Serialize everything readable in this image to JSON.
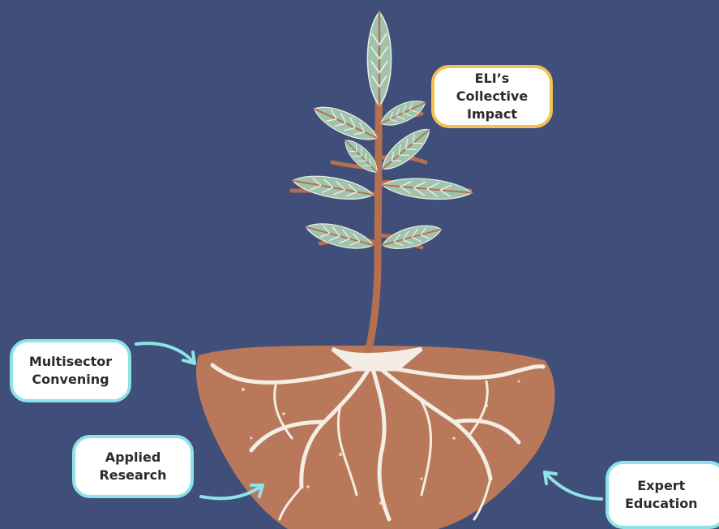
{
  "labels": {
    "impact": {
      "lines": [
        "ELI’s",
        "Collective",
        "Impact"
      ]
    },
    "convening": {
      "lines": [
        "Multisector",
        "Convening"
      ]
    },
    "research": {
      "lines": [
        "Applied",
        "Research"
      ]
    },
    "education": {
      "lines": [
        "Expert",
        "Education"
      ]
    }
  },
  "colors": {
    "background": "#3f4f79",
    "soil": "#b9785a",
    "stem": "#b56f4f",
    "leaf": "#9fc3ad",
    "roots": "#f3ede3",
    "arrow": "#8fe3e6",
    "label_border_teal": "#8fe3e6",
    "label_border_gold": "#f2c14e"
  }
}
